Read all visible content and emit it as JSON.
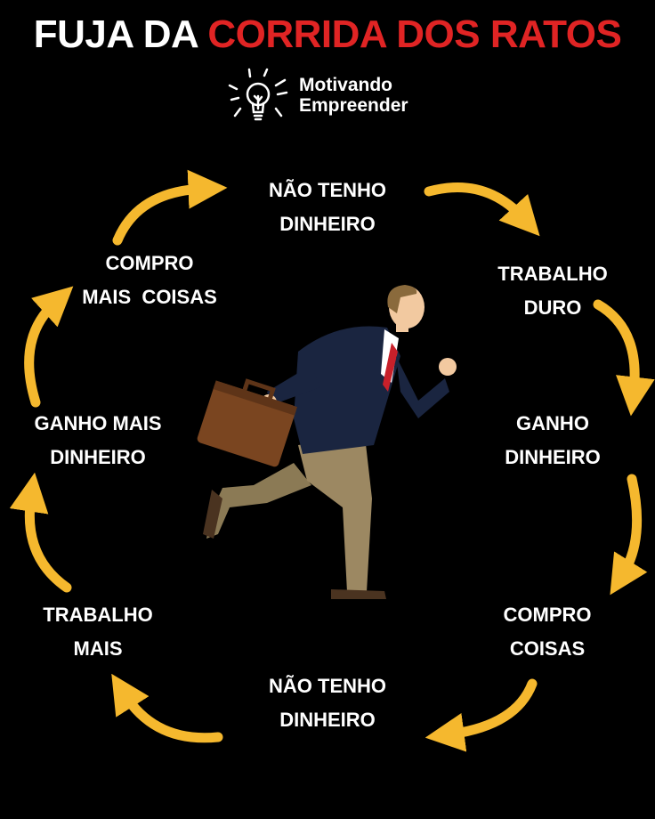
{
  "title": {
    "part1": "FUJA DA",
    "part2": "CORRIDA DOS RATOS",
    "color_white": "#ffffff",
    "color_red": "#e02424"
  },
  "logo": {
    "line1": "Motivando",
    "line2": "Empreender",
    "icon": "lightbulb-icon"
  },
  "arrow_color": "#f5b82e",
  "cycle": [
    {
      "line1": "NÃO TENHO",
      "line2": "DINHEIRO"
    },
    {
      "line1": "TRABALHO",
      "line2": "DURO"
    },
    {
      "line1": "GANHO",
      "line2": "DINHEIRO"
    },
    {
      "line1": "COMPRO",
      "line2": "COISAS"
    },
    {
      "line1": "NÃO TENHO",
      "line2": "DINHEIRO"
    },
    {
      "line1": "TRABALHO",
      "line2": "MAIS"
    },
    {
      "line1": "GANHO MAIS",
      "line2": "DINHEIRO"
    },
    {
      "line1": "COMPRO",
      "line2": "MAIS  COISAS"
    }
  ]
}
